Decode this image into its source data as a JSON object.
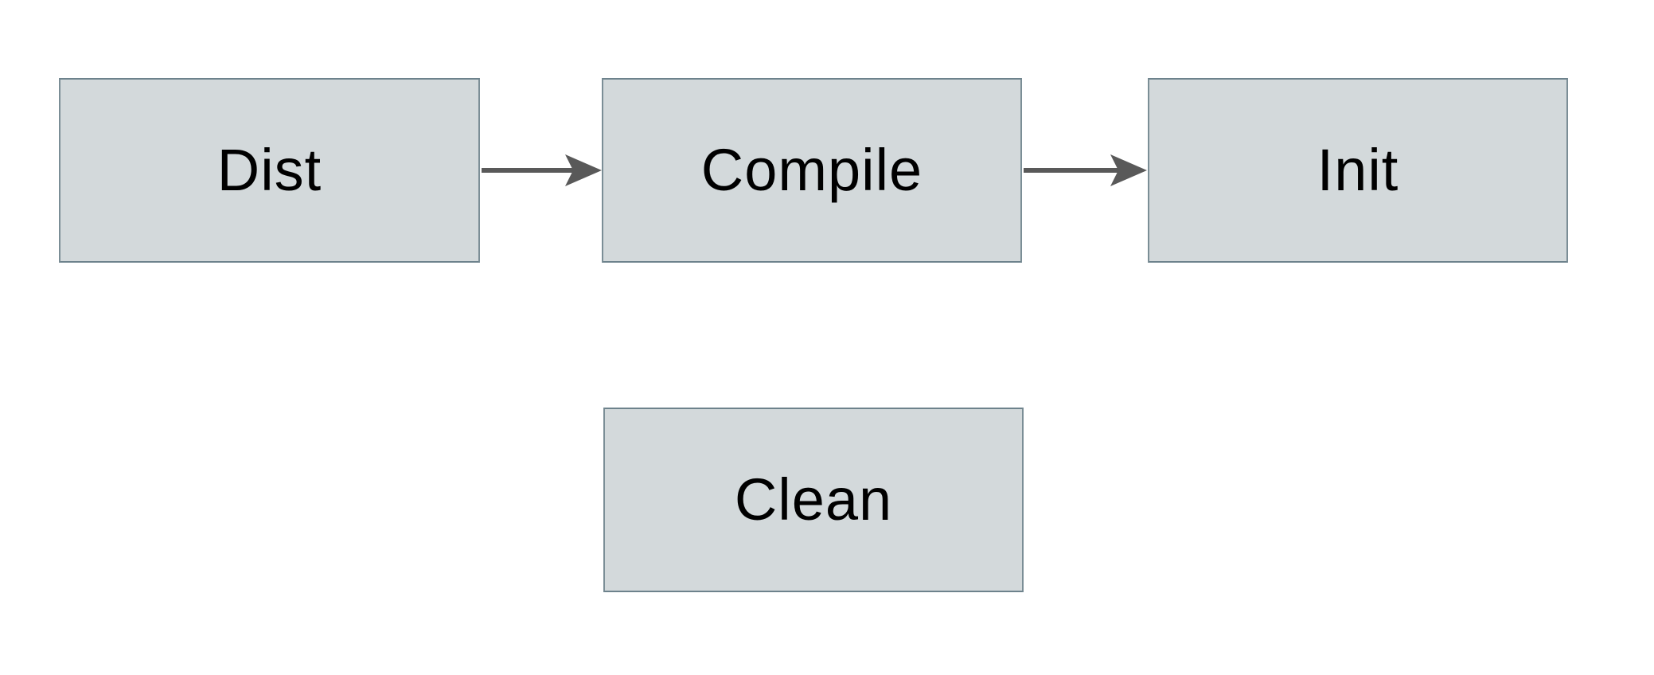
{
  "colors": {
    "canvas_background": "#ffffff",
    "node_fill": "#d3d9db",
    "node_border": "#7b8e96",
    "node_border_dark": "#6d828c",
    "arrow": "#595959",
    "text": "#000000"
  },
  "nodes": {
    "dist": {
      "label": "Dist"
    },
    "compile": {
      "label": "Compile"
    },
    "init": {
      "label": "Init"
    },
    "clean": {
      "label": "Clean"
    }
  },
  "edges": [
    {
      "from": "Dist",
      "to": "Compile"
    },
    {
      "from": "Compile",
      "to": "Init"
    }
  ]
}
